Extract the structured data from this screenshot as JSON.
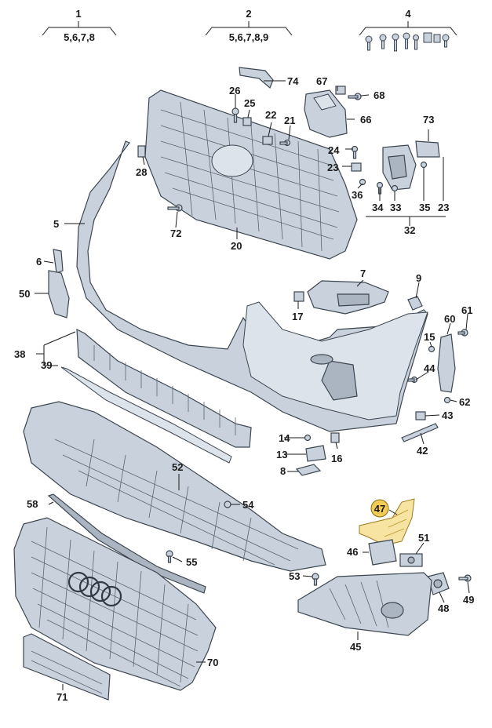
{
  "callout_groups": [
    {
      "id": "1",
      "sub": "5,6,7,8"
    },
    {
      "id": "2",
      "sub": "5,6,7,8,9"
    },
    {
      "id": "4",
      "sub": ""
    }
  ],
  "callouts": {
    "c5": "5",
    "c6": "6",
    "c7": "7",
    "c8": "8",
    "c9": "9",
    "c13": "13",
    "c14": "14",
    "c15": "15",
    "c16": "16",
    "c17": "17",
    "c20": "20",
    "c21": "21",
    "c22": "22",
    "c23a": "23",
    "c23b": "23",
    "c24": "24",
    "c25": "25",
    "c26": "26",
    "c28": "28",
    "c32": "32",
    "c33": "33",
    "c34": "34",
    "c35": "35",
    "c36": "36",
    "c38": "38",
    "c39": "39",
    "c42": "42",
    "c43": "43",
    "c44": "44",
    "c45": "45",
    "c46": "46",
    "c47": "47",
    "c48": "48",
    "c49": "49",
    "c50": "50",
    "c51": "51",
    "c52": "52",
    "c53": "53",
    "c54": "54",
    "c55": "55",
    "c58": "58",
    "c60": "60",
    "c61": "61",
    "c62": "62",
    "c66": "66",
    "c67": "67",
    "c68": "68",
    "c70": "70",
    "c71": "71",
    "c72": "72",
    "c73": "73",
    "c74": "74"
  },
  "highlighted_part": "47",
  "colors": {
    "part_fill": "#c9d2dc",
    "part_stroke": "#3c4650",
    "highlight_badge": "#f3cc56",
    "highlight_part": "#f8e4a2",
    "text": "#1a1a1a"
  }
}
